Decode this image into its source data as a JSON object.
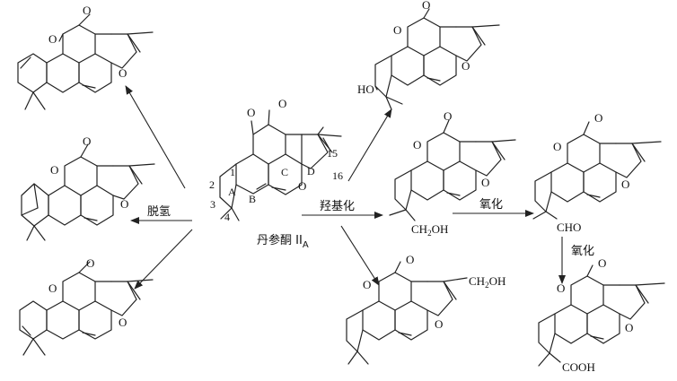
{
  "center": {
    "name_main": "丹参酮 II",
    "name_sub": "A",
    "ring_labels": [
      "A",
      "B",
      "C",
      "D"
    ],
    "numbers": [
      "1",
      "2",
      "3",
      "4",
      "15",
      "16"
    ]
  },
  "reactions": {
    "dehydro": "脱氢",
    "hydroxylation": "羟基化",
    "oxidation_1": "氧化",
    "oxidation_2": "氧化"
  },
  "atoms": {
    "oxygen": "O",
    "hydroxyl": "HO",
    "ch2oh_left": "CH",
    "ch2oh_right": "OH",
    "ch2oh_sub": "2",
    "cho": "CHO",
    "cooh": "COOH"
  },
  "colors": {
    "ink": "#222222",
    "background": "#ffffff"
  }
}
